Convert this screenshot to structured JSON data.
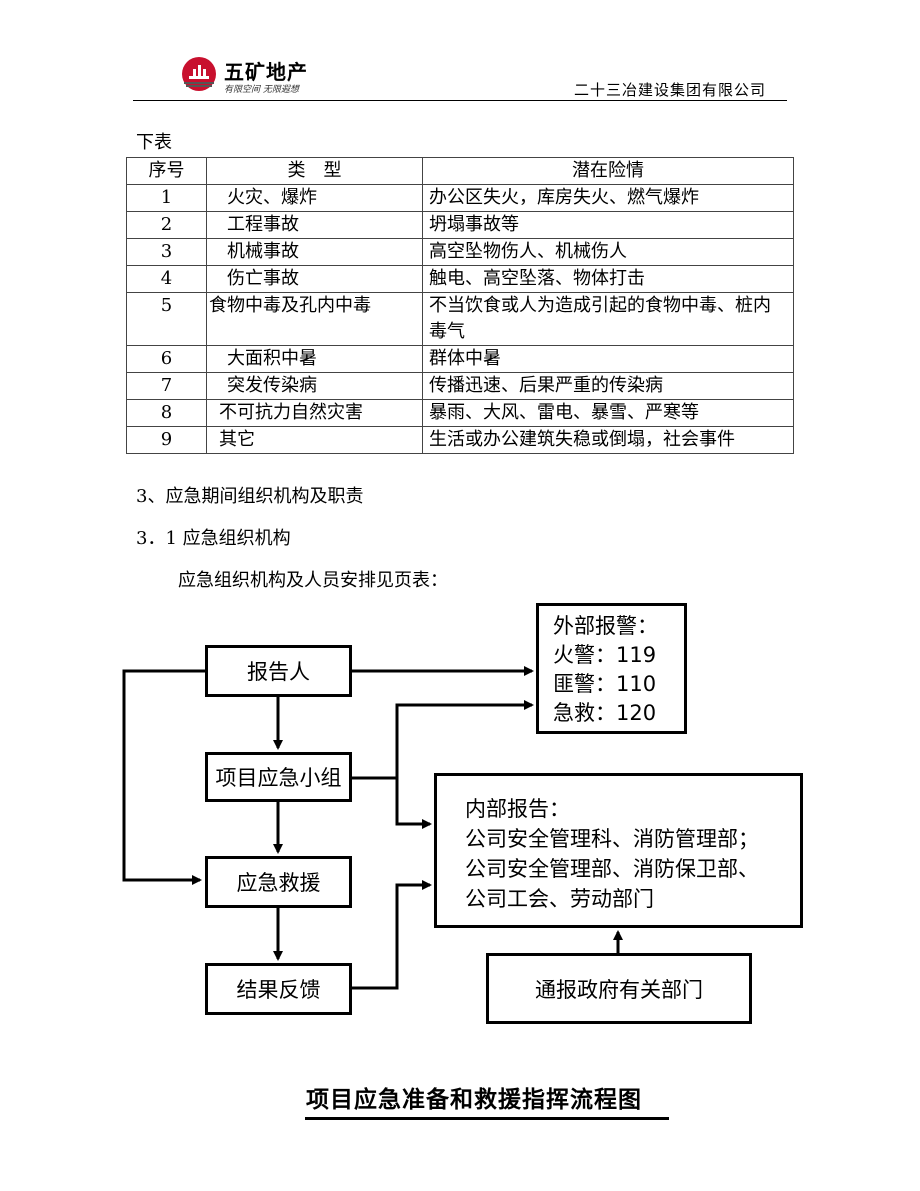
{
  "header": {
    "brand_name": "五矿地产",
    "brand_slogan": "有限空间  无限遐想",
    "company": "二十三冶建设集团有限公司",
    "colors": {
      "logo_red": "#c8102e"
    }
  },
  "intro_text": "下表",
  "risk_table": {
    "headers": [
      "序号",
      "类　型",
      "潜在险情"
    ],
    "rows": [
      [
        "1",
        "火灾、爆炸",
        "办公区失火，库房失火、燃气爆炸"
      ],
      [
        "2",
        "工程事故",
        "坍塌事故等"
      ],
      [
        "3",
        "机械事故",
        "高空坠物伤人、机械伤人"
      ],
      [
        "4",
        "伤亡事故",
        "触电、高空坠落、物体打击"
      ],
      [
        "5",
        "食物中毒及孔内中毒",
        "不当饮食或人为造成引起的食物中毒、桩内毒气"
      ],
      [
        "6",
        "大面积中暑",
        "群体中暑"
      ],
      [
        "7",
        "突发传染病",
        "传播迅速、后果严重的传染病"
      ],
      [
        "8",
        "不可抗力自然灾害",
        "暴雨、大风、雷电、暴雪、严寒等"
      ],
      [
        "9",
        "其它",
        "生活或办公建筑失稳或倒塌，社会事件"
      ]
    ]
  },
  "section_heading": "3、应急期间组织机构及职责",
  "subsection_heading": "3．1 应急组织机构",
  "paragraph": "应急组织机构及人员安排见页表：",
  "flowchart": {
    "reporter": "报告人",
    "team": "项目应急小组",
    "rescue": "应急救援",
    "feedback": "结果反馈",
    "external": [
      "外部报警：",
      "火警：119",
      "匪警：110",
      "急救：120"
    ],
    "internal": [
      "内部报告：",
      "公司安全管理科、消防管理部；",
      "公司安全管理部、消防保卫部、",
      "公司工会、劳动部门"
    ],
    "government": "通报政府有关部门"
  },
  "caption": "项目应急准备和救援指挥流程图"
}
